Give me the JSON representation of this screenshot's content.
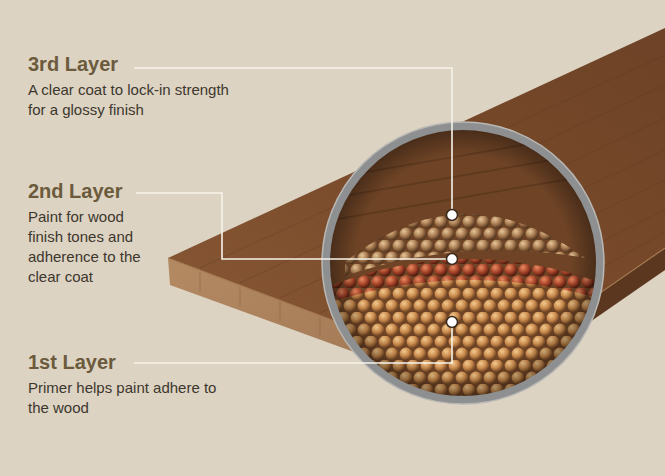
{
  "diagram": {
    "labels": [
      "3rd Layer",
      "A clear coat to lock-in strength for a glossy finish",
      "2nd Layer",
      "Paint for wood finish tones and adherence to the clear coat",
      "1st Layer",
      "Primer helps paint adhere to the wood"
    ]
  }
}
